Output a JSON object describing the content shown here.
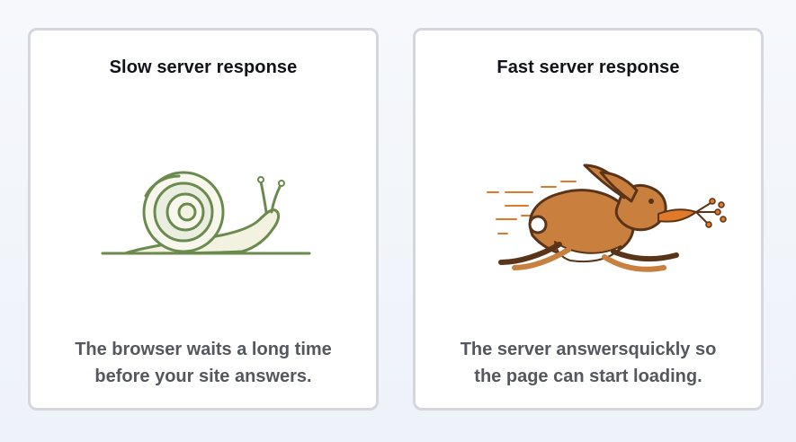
{
  "cards": [
    {
      "title": "Slow server response",
      "icon": "snail-icon",
      "caption_lines": [
        "The browser waits a long time",
        "before your site answers."
      ],
      "colors": {
        "accent": "#6b8a4e",
        "fill": "#f3f2e0"
      }
    },
    {
      "title": "Fast server response",
      "icon": "rabbit-icon",
      "caption_lines": [
        "The server answersquickly so",
        "the page can start loading."
      ],
      "colors": {
        "accent": "#b06b3a",
        "fill": "#c9803f",
        "speed_lines": "#e07a2a"
      }
    }
  ]
}
